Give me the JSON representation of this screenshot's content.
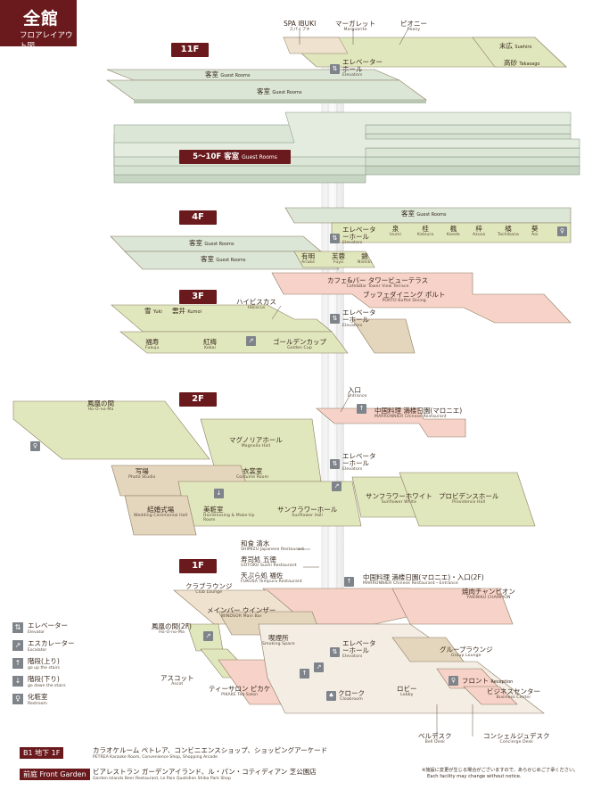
{
  "title": {
    "main": "全館",
    "sub": "フロアレイアウト図"
  },
  "floors": {
    "f11": "11F",
    "f5_10": "5～10F",
    "f5_10_rooms_ja": "客室",
    "f5_10_rooms_en": "Guest Rooms",
    "f4": "4F",
    "f3": "3F",
    "f2": "2F",
    "f1": "1F"
  },
  "labels": {
    "spa": {
      "ja": "SPA IBUKI",
      "en": "スパイブキ"
    },
    "marguerite": {
      "ja": "マーガレット",
      "en": "Marguerite"
    },
    "peony": {
      "ja": "ピオニー",
      "en": "Peony"
    },
    "suehiro": {
      "ja": "末広",
      "en": "Suehiro"
    },
    "takasago": {
      "ja": "高砂",
      "en": "Takasago"
    },
    "elev11": {
      "ja": "エレベーターホール",
      "en": "Elevators"
    },
    "guest11a": {
      "ja": "客室",
      "en": "Guest Rooms"
    },
    "guest11b": {
      "ja": "客室",
      "en": "Guest Rooms"
    },
    "guest4a": {
      "ja": "客室",
      "en": "Guest Rooms"
    },
    "guest4b": {
      "ja": "客室",
      "en": "Guest Rooms"
    },
    "guest4c": {
      "ja": "客室",
      "en": "Guest Rooms"
    },
    "elev4": {
      "ja": "エレベーターホール",
      "en": "Elevators"
    },
    "izumi": {
      "ja": "泉",
      "en": "Izumi"
    },
    "katsura": {
      "ja": "桂",
      "en": "Katsura"
    },
    "kaede": {
      "ja": "楓",
      "en": "Kaede"
    },
    "azusa": {
      "ja": "梓",
      "en": "Azusa"
    },
    "tachibana": {
      "ja": "橘",
      "en": "Tachibana"
    },
    "aoi": {
      "ja": "葵",
      "en": "Aoi"
    },
    "ariake": {
      "ja": "有明",
      "en": "Ariake"
    },
    "fuyo": {
      "ja": "芙蓉",
      "en": "Fuyo"
    },
    "nishiki": {
      "ja": "錦",
      "en": "Nishiki"
    },
    "towerview": {
      "ja": "カフェ&バー タワービューテラス",
      "en": "Cafe&Bar Tower View Terrace"
    },
    "porto": {
      "ja": "ブッフェダイニング ポルト",
      "en": "PORTO Buffet Dining"
    },
    "hibiscus": {
      "ja": "ハイビスカス",
      "en": "Hibiscus"
    },
    "yuki": {
      "ja": "雪",
      "en": "Yuki"
    },
    "kumoi": {
      "ja": "雲井",
      "en": "Kumoi"
    },
    "elev3": {
      "ja": "エレベーターホール",
      "en": "Elevators"
    },
    "fukuju": {
      "ja": "福寿",
      "en": "Fukuju"
    },
    "kobai": {
      "ja": "紅梅",
      "en": "Kobai"
    },
    "goldencup": {
      "ja": "ゴールデンカップ",
      "en": "Golden Cup"
    },
    "hoonoma": {
      "ja": "鳳凰の間",
      "en": "Ho-O-no-Ma"
    },
    "entrance2": {
      "ja": "入口",
      "en": "Entrance"
    },
    "marronnier2": {
      "ja": "中国料理 満楼日園(マロニエ)",
      "en": "MARRONNIER Chinese Restaurant"
    },
    "magnolia": {
      "ja": "マグノリアホール",
      "en": "Magnolia Hall"
    },
    "elev2": {
      "ja": "エレベーターホール",
      "en": "Elevators"
    },
    "photo": {
      "ja": "写場",
      "en": "Photo Studio"
    },
    "costume": {
      "ja": "衣裳室",
      "en": "Costume Room"
    },
    "sunflowerwhite": {
      "ja": "サンフラワーホワイト",
      "en": "Sunflower White"
    },
    "providence": {
      "ja": "プロビデンスホール",
      "en": "Providence Hall"
    },
    "ceremonial": {
      "ja": "結婚式場",
      "en": "Wedding Ceremonial Hall"
    },
    "makeup": {
      "ja": "美粧室",
      "en": "Hairdressing & Make-Up Room"
    },
    "sunflower": {
      "ja": "サンフラワーホール",
      "en": "Sunflower Hall"
    },
    "shimizu": {
      "ja": "和食 清水",
      "en": "SHIMIZU Japanese Restaurant"
    },
    "gotoku": {
      "ja": "寿司処 五徳",
      "en": "GOTOKU Sushi Restaurant"
    },
    "fukusa": {
      "ja": "天ぷら処 福佐",
      "en": "FUKUSA Tempura Restaurant"
    },
    "marronnier1": {
      "ja": "中国料理 満楼日園(マロニエ)・入口(2F)",
      "en": "MARRONNIER Chinese Restaurant・Entrance"
    },
    "clublounge": {
      "ja": "クラブラウンジ",
      "en": "Club Lounge"
    },
    "yakiniku": {
      "ja": "焼肉チャンピオン",
      "en": "YAKINIKU CHAMPION"
    },
    "windsor": {
      "ja": "メインバー ウインザー",
      "en": "WINDSOR Main Bar"
    },
    "hoonoma2": {
      "ja": "鳳凰の間(2F)",
      "en": "Ho-O-no-Ma"
    },
    "smoking": {
      "ja": "喫煙所",
      "en": "Smoking Space"
    },
    "elev1": {
      "ja": "エレベーターホール",
      "en": "Elevators"
    },
    "grouplounge": {
      "ja": "グループラウンジ",
      "en": "Group Lounge"
    },
    "ascot": {
      "ja": "アスコット",
      "en": "Ascot"
    },
    "pikake": {
      "ja": "ティーサロン ピカケ",
      "en": "PIKAKE Tea Salon"
    },
    "cloak": {
      "ja": "クローク",
      "en": "Cloakroom"
    },
    "lobby": {
      "ja": "ロビー",
      "en": "Lobby"
    },
    "front": {
      "ja": "フロント",
      "en": "Reception"
    },
    "business": {
      "ja": "ビジネスセンター",
      "en": "Business Center"
    },
    "belldesk": {
      "ja": "ベルデスク",
      "en": "Bell Desk"
    },
    "concierge": {
      "ja": "コンシェルジュデスク",
      "en": "Concierge Desk"
    }
  },
  "legend": [
    {
      "ja": "エレベーター",
      "en": "Elevator",
      "icon": "elevator-icon"
    },
    {
      "ja": "エスカレーター",
      "en": "Escalator",
      "icon": "escalator-icon"
    },
    {
      "ja": "階段(上り)",
      "en": "go up the stairs",
      "icon": "stairs-up-icon"
    },
    {
      "ja": "階段(下り)",
      "en": "go down the stairs",
      "icon": "stairs-down-icon"
    },
    {
      "ja": "化粧室",
      "en": "Restroom",
      "icon": "restroom-icon"
    }
  ],
  "bottom": {
    "b1": {
      "tag": "B1 地下 1F",
      "ja": "カラオケルーム ペトレア、コンビニエンスショップ、ショッピングアーケード",
      "en": "PETREA Karaoke Room, Convenience Shop, Shopping Arcade"
    },
    "garden": {
      "tag": "前庭 Front Garden",
      "ja": "ビアレストラン ガーデンアイランド、ル・パン・コティディアン 芝公園店",
      "en": "Garden Islands Beer Restaurant, Le Pain Quotidien Shiba Park Shop"
    }
  },
  "note": {
    "ja": "※施設に変更が生じる場合がございますので、あらかじめご了承ください。",
    "en": "Each facility may change without notice."
  },
  "colors": {
    "brand": "#6a1a1d",
    "green": "#dfe6b8",
    "guest": "#dbe6d6",
    "pink": "#f7d2c8",
    "tan": "#e4d5bd"
  }
}
